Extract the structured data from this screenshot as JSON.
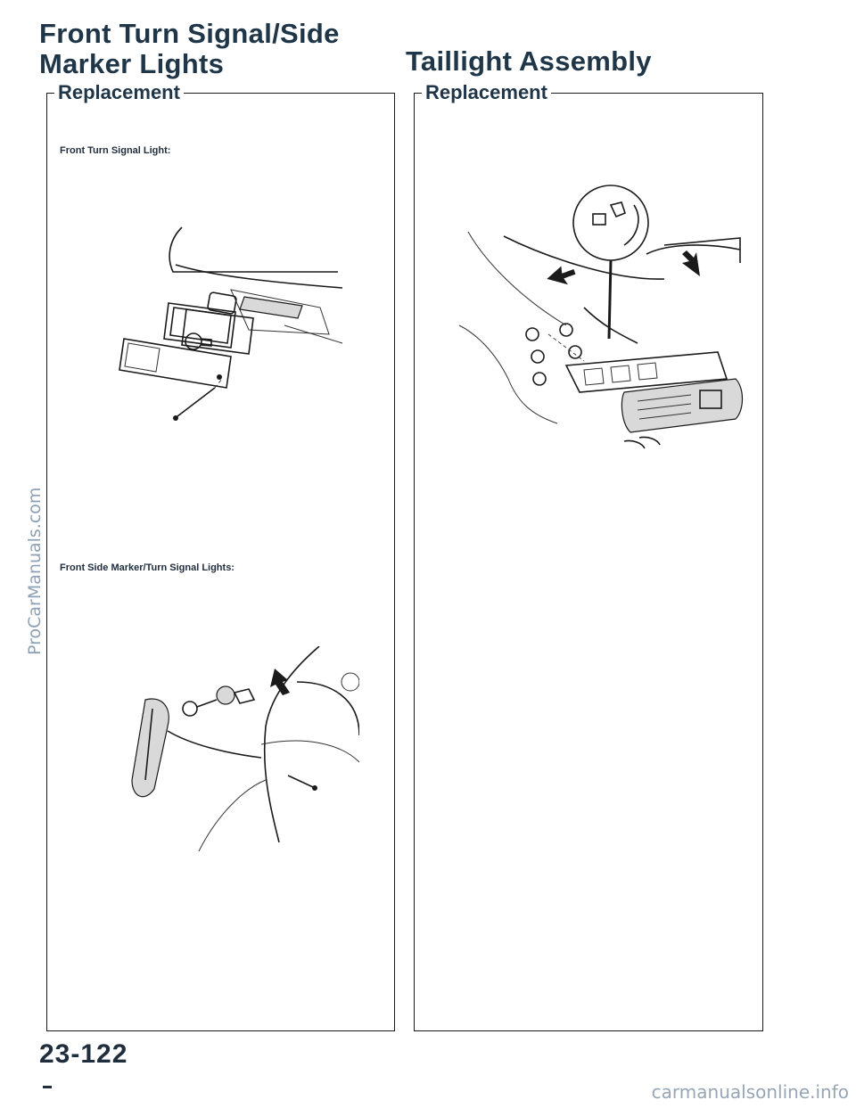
{
  "left": {
    "heading_line1": "Front Turn Signal/Side",
    "heading_line2": "Marker Lights",
    "section": "Replacement",
    "captions": [
      "Front Turn Signal Light:",
      "Front Side Marker/Turn Signal Lights:"
    ]
  },
  "right": {
    "heading": "Taillight Assembly",
    "section": "Replacement"
  },
  "page_number": "23-122",
  "watermarks": {
    "side": "ProCarManuals.com",
    "bottom": "carmanualsonline.info"
  }
}
